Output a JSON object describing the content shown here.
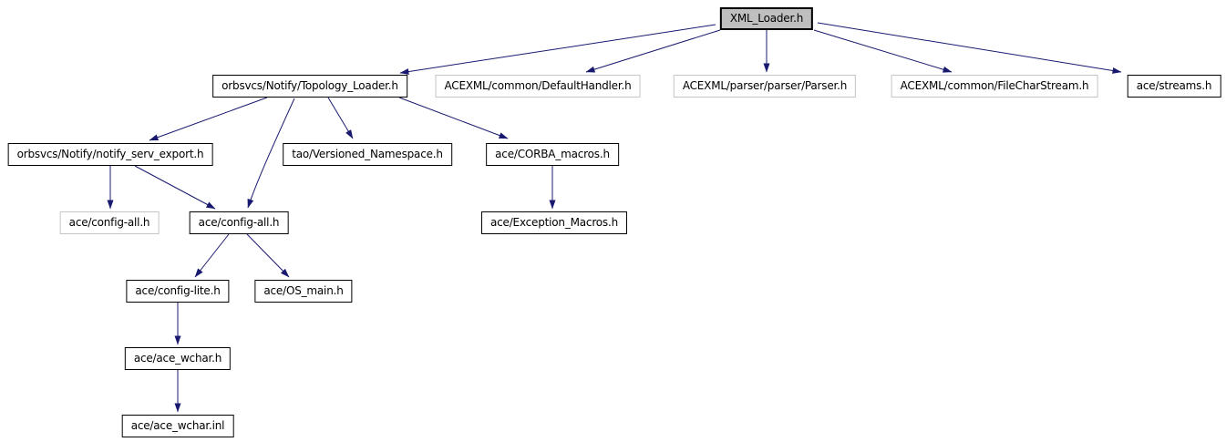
{
  "diagram": {
    "type": "include-dependency-graph",
    "nodes": [
      {
        "id": "xml-loader",
        "label": "XML_Loader.h",
        "style": "root"
      },
      {
        "id": "topology-loader",
        "label": "orbsvcs/Notify/Topology_Loader.h",
        "style": "linked"
      },
      {
        "id": "default-handler",
        "label": "ACEXML/common/DefaultHandler.h",
        "style": "plain"
      },
      {
        "id": "parser",
        "label": "ACEXML/parser/parser/Parser.h",
        "style": "plain"
      },
      {
        "id": "file-char-stream",
        "label": "ACEXML/common/FileCharStream.h",
        "style": "plain"
      },
      {
        "id": "streams",
        "label": "ace/streams.h",
        "style": "linked"
      },
      {
        "id": "notify-serv-export",
        "label": "orbsvcs/Notify/notify_serv_export.h",
        "style": "linked"
      },
      {
        "id": "versioned-namespace",
        "label": "tao/Versioned_Namespace.h",
        "style": "linked"
      },
      {
        "id": "corba-macros",
        "label": "ace/CORBA_macros.h",
        "style": "linked"
      },
      {
        "id": "config-all-plain",
        "label": "ace/config-all.h",
        "style": "plain"
      },
      {
        "id": "config-all",
        "label": "ace/config-all.h",
        "style": "linked"
      },
      {
        "id": "exception-macros",
        "label": "ace/Exception_Macros.h",
        "style": "linked"
      },
      {
        "id": "config-lite",
        "label": "ace/config-lite.h",
        "style": "linked"
      },
      {
        "id": "os-main",
        "label": "ace/OS_main.h",
        "style": "linked"
      },
      {
        "id": "ace-wchar-h",
        "label": "ace/ace_wchar.h",
        "style": "linked"
      },
      {
        "id": "ace-wchar-inl",
        "label": "ace/ace_wchar.inl",
        "style": "linked"
      }
    ],
    "edges": [
      {
        "from": "xml-loader",
        "to": "topology-loader"
      },
      {
        "from": "xml-loader",
        "to": "default-handler"
      },
      {
        "from": "xml-loader",
        "to": "parser"
      },
      {
        "from": "xml-loader",
        "to": "file-char-stream"
      },
      {
        "from": "xml-loader",
        "to": "streams"
      },
      {
        "from": "topology-loader",
        "to": "notify-serv-export"
      },
      {
        "from": "topology-loader",
        "to": "config-all"
      },
      {
        "from": "topology-loader",
        "to": "versioned-namespace"
      },
      {
        "from": "topology-loader",
        "to": "corba-macros"
      },
      {
        "from": "notify-serv-export",
        "to": "config-all-plain"
      },
      {
        "from": "notify-serv-export",
        "to": "config-all"
      },
      {
        "from": "corba-macros",
        "to": "exception-macros"
      },
      {
        "from": "config-all",
        "to": "config-lite"
      },
      {
        "from": "config-all",
        "to": "os-main"
      },
      {
        "from": "config-lite",
        "to": "ace-wchar-h"
      },
      {
        "from": "ace-wchar-h",
        "to": "ace-wchar-inl"
      }
    ],
    "colors": {
      "edge": "#191970",
      "node-border": "#000000",
      "muted-border": "#c5c5c5",
      "node-fill": "#ffffff",
      "root-fill": "#bfbfbf",
      "text": "#000000",
      "background": "#ffffff"
    }
  }
}
